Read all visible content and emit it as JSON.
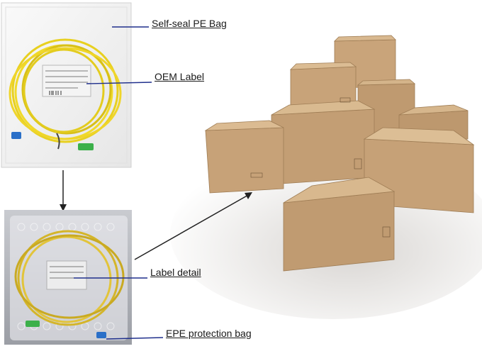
{
  "callouts": {
    "pe_bag": "Self-seal PE Bag",
    "oem_label": "OEM Label",
    "label_detail": "Label detail",
    "epe_bag": "EPE protection bag"
  },
  "colors": {
    "cable_yellow": "#e8d020",
    "connector_blue": "#2a6fc8",
    "connector_green": "#3cb04a",
    "cardboard": "#c9a47a",
    "leader_line": "#1f2f8c"
  }
}
